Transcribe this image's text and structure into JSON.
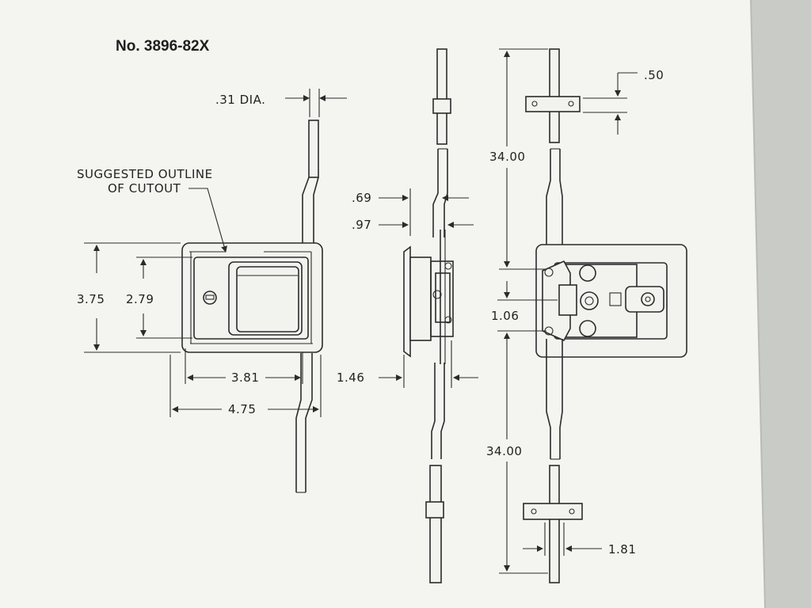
{
  "drawing": {
    "title": "No. 3896-82X",
    "cutout_note_line1": "SUGGESTED OUTLINE",
    "cutout_note_line2": "OF CUTOUT",
    "dims": {
      "rod_dia": ".31 DIA.",
      "height_outer": "3.75",
      "height_inner": "2.79",
      "width_inner": "3.81",
      "width_outer": "4.75",
      "side_offset_1": ".69",
      "side_offset_2": ".97",
      "depth": "1.46",
      "rod_upper": "34.00",
      "rod_lower": "34.00",
      "center_gap": "1.06",
      "guide_height": ".50",
      "guide_width": "1.81"
    }
  },
  "colors": {
    "paper": "#f4f4f0",
    "background": "#c9cbc6",
    "ink": "#2b2b2b"
  }
}
